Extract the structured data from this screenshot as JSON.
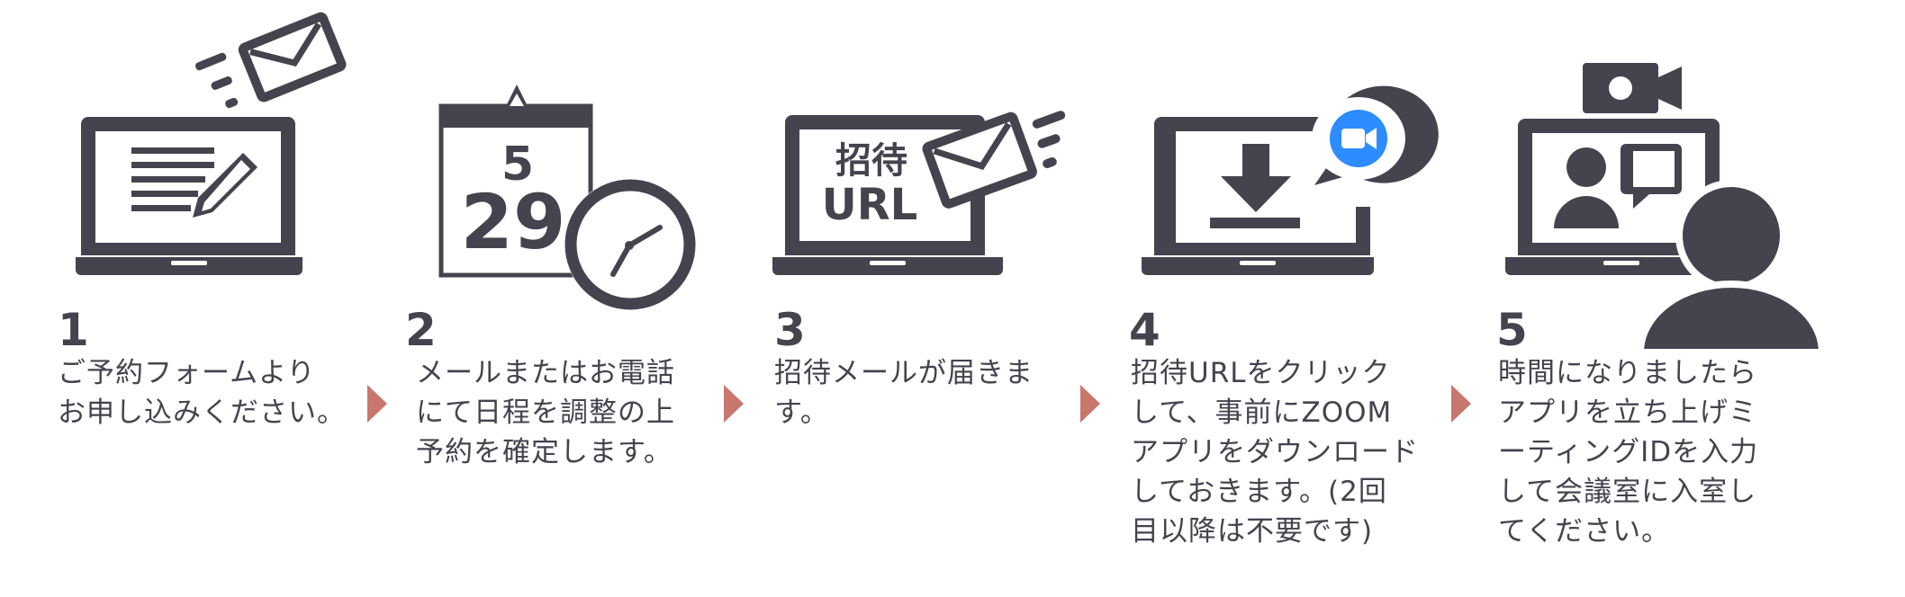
{
  "colors": {
    "icon": "#45434e",
    "arrow": "#c9766d",
    "zoom_blue": "#2d8cff"
  },
  "steps": [
    {
      "number": "1",
      "icon": "laptop-edit-mail-icon",
      "lines": [
        "ご予約フォームより",
        "お申し込みください。"
      ]
    },
    {
      "number": "2",
      "icon": "calendar-clock-icon",
      "calendar": {
        "month": "5",
        "day": "29"
      },
      "lines": [
        "メールまたはお電話",
        "にて日程を調整の上",
        "予約を確定します。"
      ]
    },
    {
      "number": "3",
      "icon": "laptop-invite-mail-icon",
      "screen_text": [
        "招待",
        "URL"
      ],
      "lines": [
        "招待メールが届きま",
        "す。"
      ]
    },
    {
      "number": "4",
      "icon": "laptop-download-zoom-icon",
      "lines": [
        "招待URLをクリック",
        "して、事前にZOOM",
        "アプリをダウンロード",
        "しておきます。(2回",
        "目以降は不要です)"
      ]
    },
    {
      "number": "5",
      "icon": "video-meeting-icon",
      "lines": [
        "時間になりましたら",
        "アプリを立ち上げミ",
        "ーティングIDを入力",
        "して会議室に入室し",
        "てください。"
      ]
    }
  ]
}
